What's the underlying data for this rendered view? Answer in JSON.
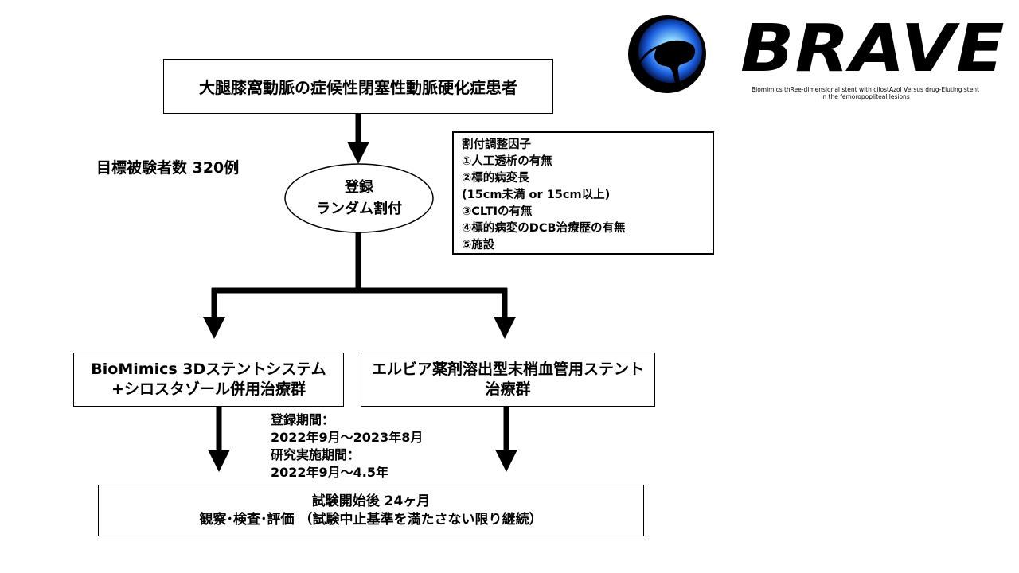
{
  "logo": {
    "name": "BRAVE",
    "subtitle_line1": "Biomimics thRee-dimensional stent with cilostAzol Versus drug-Eluting stent",
    "subtitle_line2": "in the femoropopliteal lesions"
  },
  "flow": {
    "patients": "大腿膝窩動脈の症候性閉塞性動脈硬化症患者",
    "target": "目標被験者数 320例",
    "randomization": [
      "登録",
      "ランダム割付"
    ],
    "factors": {
      "title": "割付調整因子",
      "items": [
        "①人工透析の有無",
        "②標的病変長",
        "(15cm未満 or 15cm以上)",
        "③CLTIの有無",
        "④標的病変のDCB治療歴の有無",
        "⑤施設"
      ]
    },
    "arm_a": [
      "BioMimics 3Dステントシステム",
      "+シロスタゾール併用治療群"
    ],
    "arm_b": [
      "エルビア薬剤溶出型末梢血管用ステント",
      "治療群"
    ],
    "periods": [
      "登録期間：",
      "2022年9月～2023年8月",
      "研究実施期間：",
      "2022年9月～4.5年"
    ],
    "followup": [
      "試験開始後 24ヶ月",
      "観察･検査･評価 （試験中止基準を満たさない限り継続）"
    ]
  }
}
